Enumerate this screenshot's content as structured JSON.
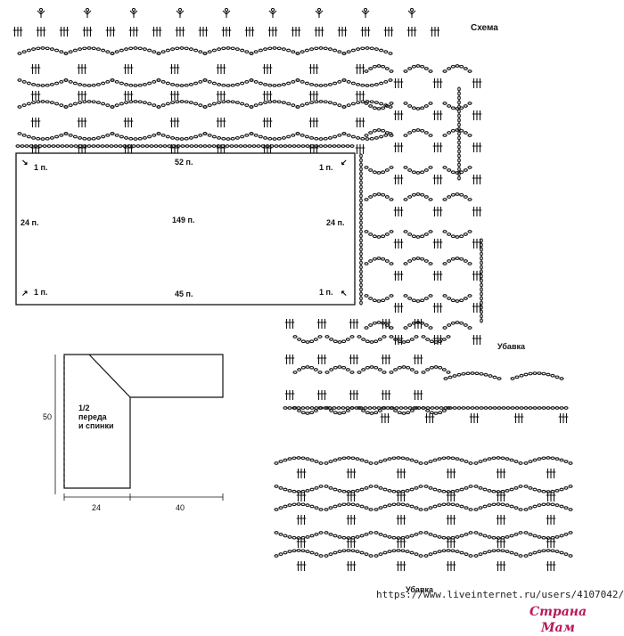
{
  "labels": {
    "scheme": "Схема",
    "decrease_top": "Убавка",
    "decrease_bottom": "Убавка"
  },
  "chart_labels": {
    "corner_tl": "1 п.",
    "corner_tr": "1 п.",
    "corner_bl": "1 п.",
    "corner_br": "1 п.",
    "top_count": "52 п.",
    "bottom_count": "45 п.",
    "left_count": "24 п.",
    "right_count": "24 п.",
    "center_count": "149 п."
  },
  "pattern": {
    "dim_height": "50",
    "dim_left_width": "24",
    "dim_right_width": "40",
    "part_line1": "1/2",
    "part_line2": "переда",
    "part_line3": "и спинки"
  },
  "watermark": {
    "url": "https://www.liveinternet.ru/users/4107042/",
    "logo": "Страна Мам"
  }
}
